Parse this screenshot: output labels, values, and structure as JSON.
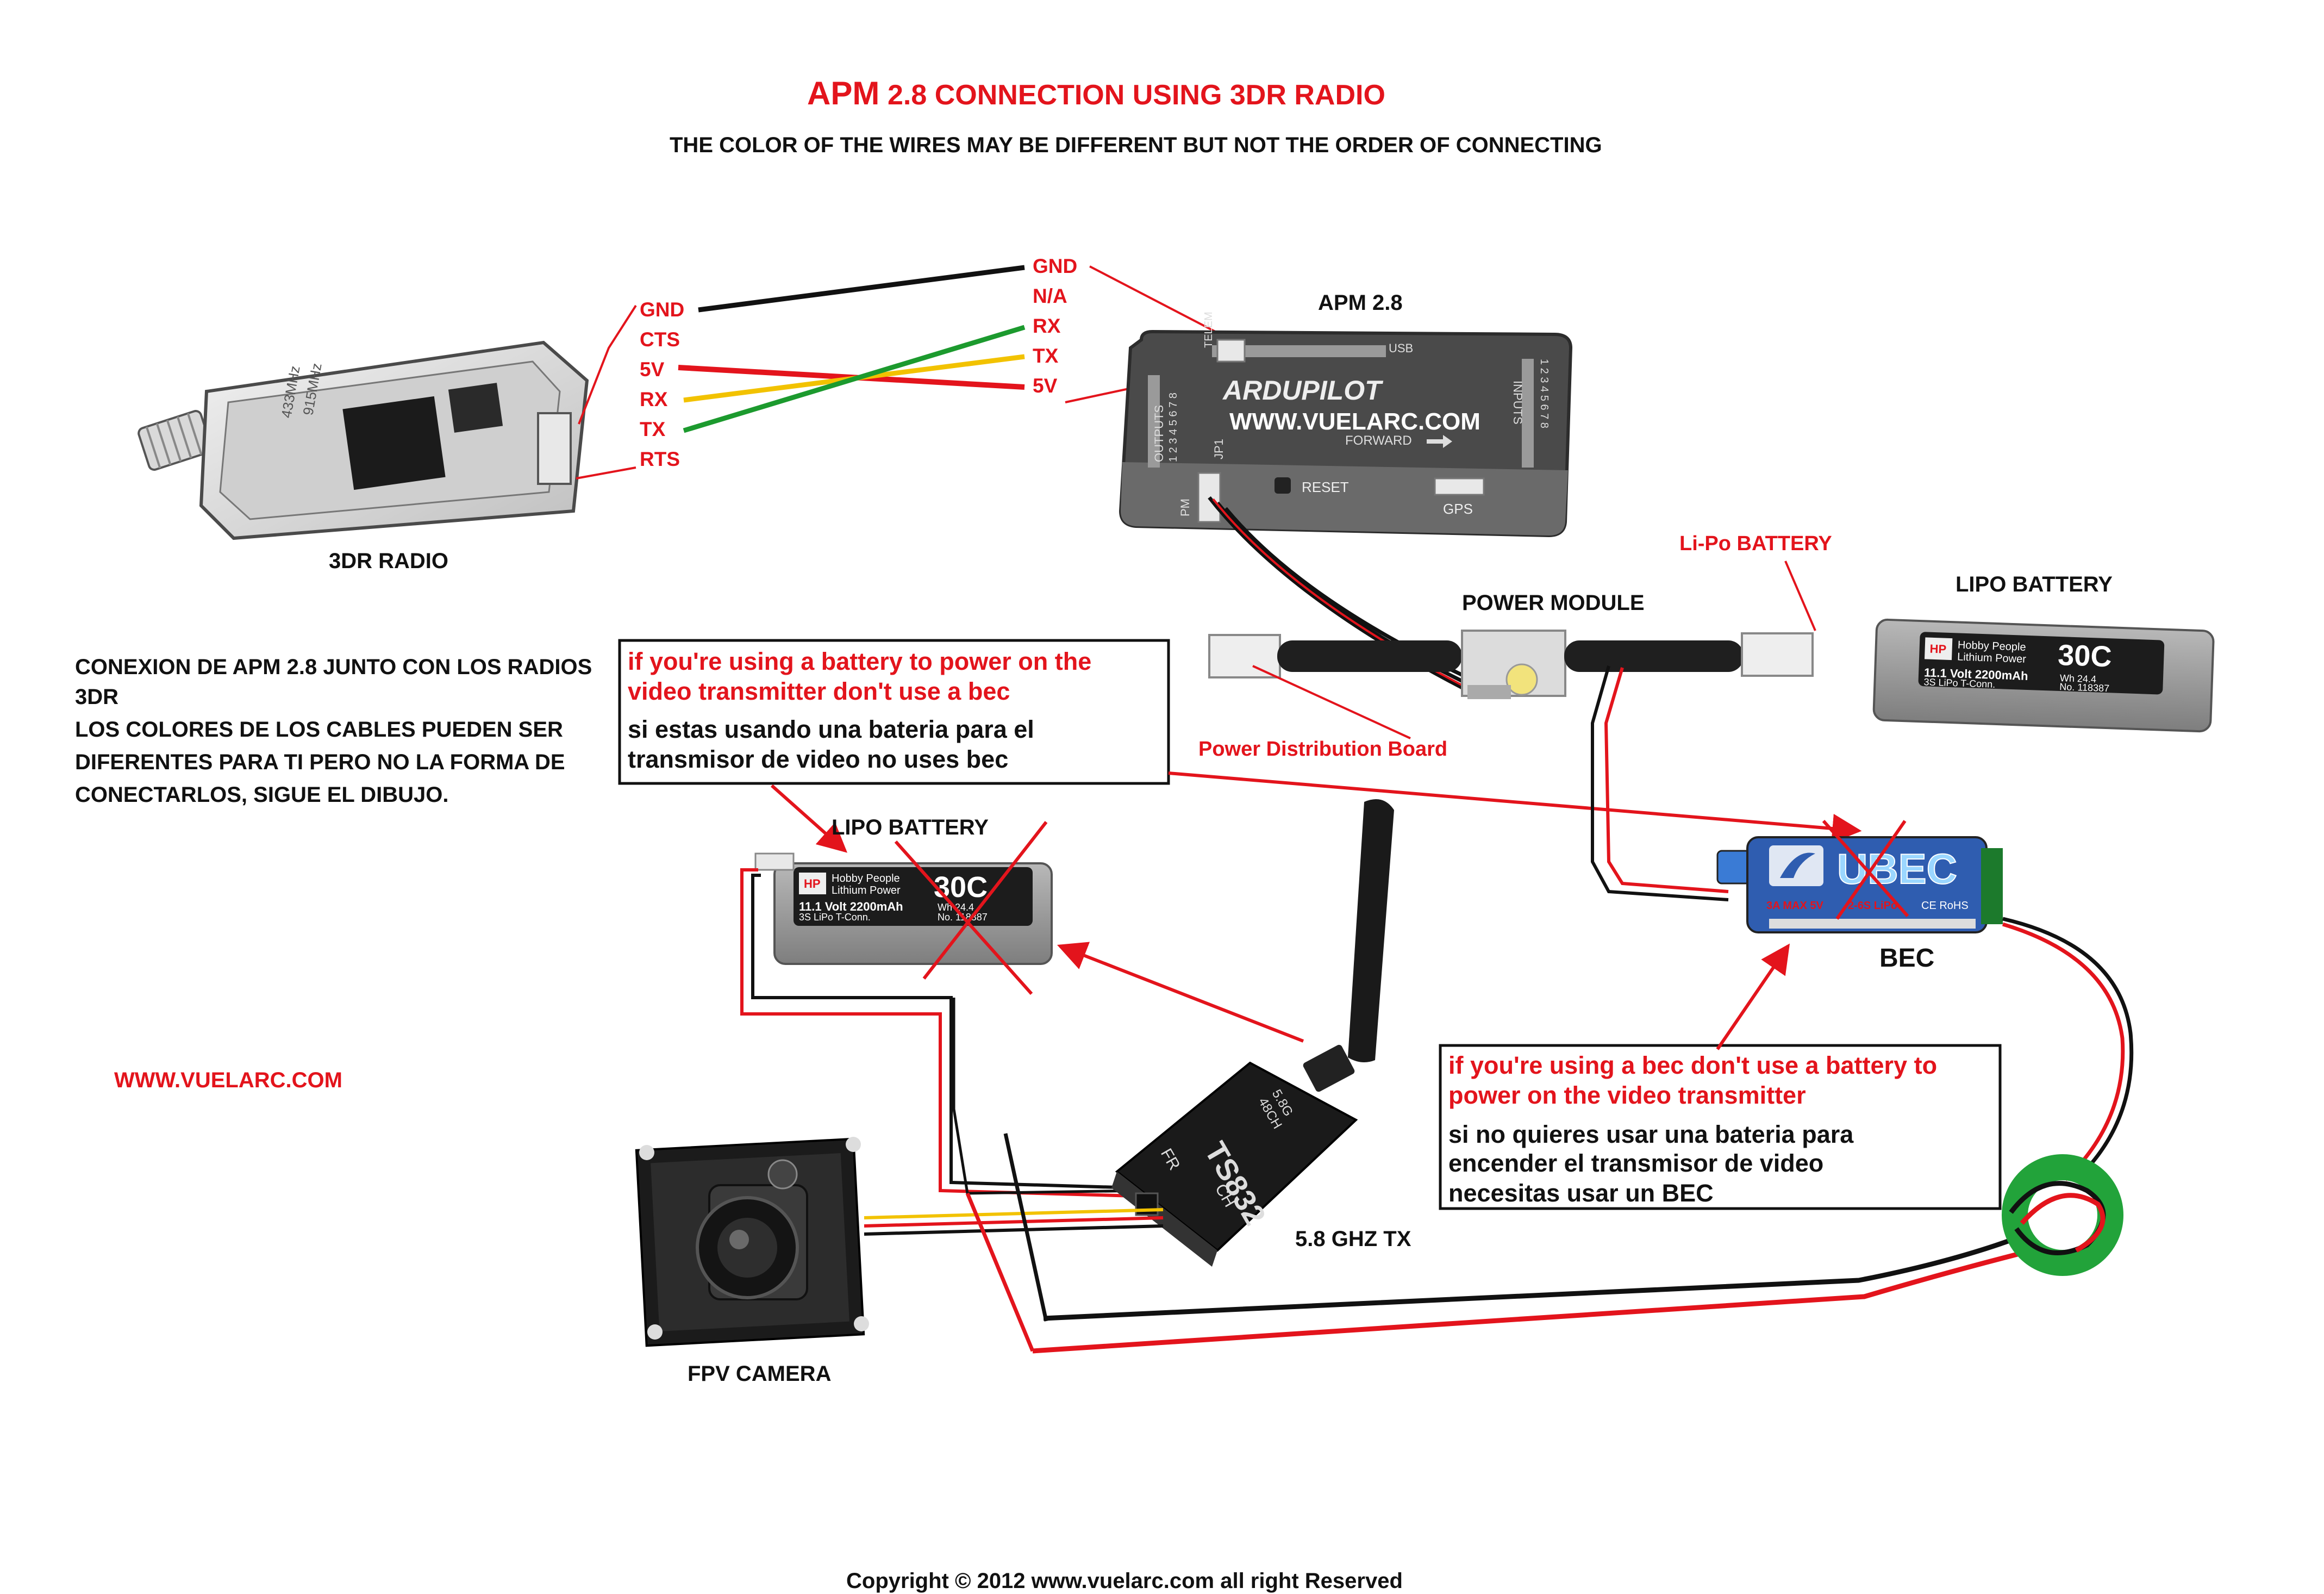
{
  "title": {
    "apm": "APM",
    "rest": " 2.8 CONNECTION USING 3DR RADIO",
    "subtitle": "THE  COLOR OF THE WIRES MAY BE DIFFERENT BUT NOT THE ORDER OF CONNECTING"
  },
  "radio": {
    "label": "3DR RADIO",
    "pins": [
      "GND",
      "CTS",
      "5V",
      "RX",
      "TX",
      "RTS"
    ],
    "board_text": [
      "433MHz",
      "915MHz"
    ]
  },
  "apm": {
    "label": "APM 2.8",
    "pins": [
      "GND",
      "N/A",
      "RX",
      "TX",
      "5V"
    ],
    "brand": "ARDUPILOT",
    "website": "WWW.VUELARC.COM",
    "forward": "FORWARD",
    "reset": "RESET",
    "gps": "GPS",
    "outputs": "OUTPUTS",
    "inputs": "INPUTS",
    "pm": "PM",
    "jp1": "JP1",
    "telem": "TELEM",
    "usb": "USB",
    "numbers": "1 2 3 4 5 6 7 8"
  },
  "power_module": {
    "label": "POWER MODULE",
    "li_po": "Li-Po BATTERY",
    "pdb": "Power Distribution Board"
  },
  "lipo_right": {
    "label": "LIPO BATTERY",
    "brand": "Hobby People",
    "brand2": "Lithium Power",
    "rating": "30C",
    "spec1": "11.1 Volt 2200mAh",
    "spec2": "3S LiPo T-Conn.",
    "wh": "Wh 24.4",
    "no": "No. 118387"
  },
  "lipo_left": {
    "label": "LIPO BATTERY",
    "brand": "Hobby People",
    "brand2": "Lithium Power",
    "rating": "30C",
    "spec1": "11.1 Volt 2200mAh",
    "spec2": "3S LiPo T-Conn.",
    "wh": "Wh 24.4",
    "no": "No. 118387"
  },
  "spanish_note": {
    "lines": [
      "CONEXION DE APM 2.8 JUNTO CON LOS RADIOS",
      "3DR",
      "LOS COLORES DE LOS CABLES PUEDEN SER",
      "DIFERENTES PARA TI PERO NO LA FORMA DE",
      "CONECTARLOS, SIGUE EL DIBUJO."
    ]
  },
  "site_url": "WWW.VUELARC.COM",
  "battery_note": {
    "en1": "if you're using a battery to power on the",
    "en2": "video transmitter  don't use a bec",
    "es1": "si estas usando una bateria para el",
    "es2": "transmisor de video no uses bec"
  },
  "bec_note": {
    "en1": "if you're using a bec don't use a battery to",
    "en2": "power on the video transmitter",
    "es1": "si no quieres usar una bateria para",
    "es2": "encender el transmisor de video",
    "es3": "necesitas usar un BEC"
  },
  "bec": {
    "label": "BEC",
    "brand": "UBEC",
    "spec": "3A MAX 5V",
    "spec2": "2-6S LiPo",
    "ce": "CE RoHS"
  },
  "vtx": {
    "label": "5.8 GHZ  TX",
    "model": "TS832",
    "band": "5.8G",
    "ch": "48CH",
    "fr": "FR",
    "ch_btn": "CH"
  },
  "camera": {
    "label": "FPV CAMERA"
  },
  "copyright": "Copyright © 2012  www.vuelarc.com  all right Reserved",
  "colors": {
    "red": "#e3141c",
    "wire_black": "#111111",
    "wire_yellow": "#f2c200",
    "wire_green": "#1c9a2e",
    "toroid": "#22a33a"
  }
}
